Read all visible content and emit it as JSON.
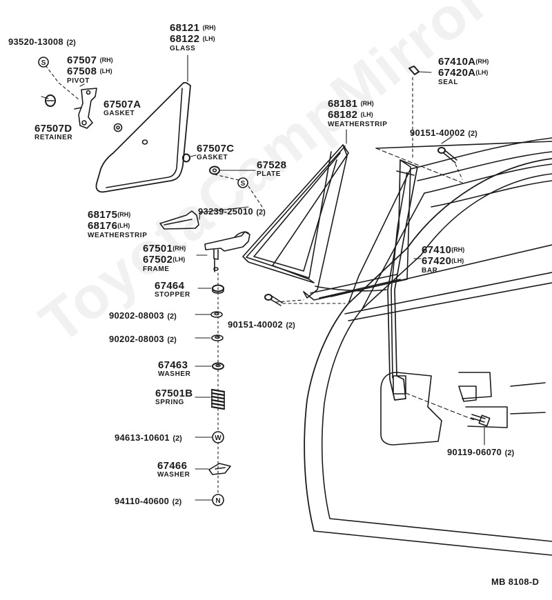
{
  "watermark": "ToyotaCampMirror",
  "reference": "MB 8108-D",
  "labels": {
    "screw_93520": {
      "num": "93520-13008",
      "qty": "(2)"
    },
    "pivot": {
      "num1": "67507",
      "side1": "(RH)",
      "num2": "67508",
      "side2": "(LH)",
      "name": "PIVOT"
    },
    "glass": {
      "num1": "68121",
      "side1": "(RH)",
      "num2": "68122",
      "side2": "(LH)",
      "name": "GLASS"
    },
    "gasket_a": {
      "num": "67507A",
      "name": "GASKET"
    },
    "retainer": {
      "num": "67507D",
      "name": "RETAINER"
    },
    "gasket_c": {
      "num": "67507C",
      "name": "GASKET"
    },
    "plate": {
      "num": "67528",
      "name": "PLATE"
    },
    "screw_93239": {
      "num": "93239-25010",
      "qty": "(2)"
    },
    "weatherstrip_lower": {
      "num1": "68175",
      "side1": "(RH)",
      "num2": "68176",
      "side2": "(LH)",
      "name": "WEATHERSTRIP"
    },
    "frame": {
      "num1": "67501",
      "side1": "(RH)",
      "num2": "67502",
      "side2": "(LH)",
      "name": "FRAME"
    },
    "stopper": {
      "num": "67464",
      "name": "STOPPER"
    },
    "nut_1": {
      "num": "90202-08003",
      "qty": "(2)"
    },
    "nut_2": {
      "num": "90202-08003",
      "qty": "(2)"
    },
    "washer_63": {
      "num": "67463",
      "name": "WASHER"
    },
    "spring": {
      "num": "67501B",
      "name": "SPRING"
    },
    "washer_94613": {
      "num": "94613-10601",
      "qty": "(2)"
    },
    "washer_66": {
      "num": "67466",
      "name": "WASHER"
    },
    "nut_94110": {
      "num": "94110-40600",
      "qty": "(2)"
    },
    "weatherstrip_upper": {
      "num1": "68181",
      "side1": "(RH)",
      "num2": "68182",
      "side2": "(LH)",
      "name": "WEATHERSTRIP"
    },
    "seal": {
      "num1": "67410A",
      "side1": "(RH)",
      "num2": "67420A",
      "side2": "(LH)",
      "name": "SEAL"
    },
    "screw_90151_top": {
      "num": "90151-40002",
      "qty": "(2)"
    },
    "bar": {
      "num1": "67410",
      "side1": "(RH)",
      "num2": "67420",
      "side2": "(LH)",
      "name": "BAR"
    },
    "screw_90151_bottom": {
      "num": "90151-40002",
      "qty": "(2)"
    },
    "bolt_90119": {
      "num": "90119-06070",
      "qty": "(2)"
    }
  },
  "symbols": {
    "s": "S",
    "w": "W",
    "n": "N"
  }
}
